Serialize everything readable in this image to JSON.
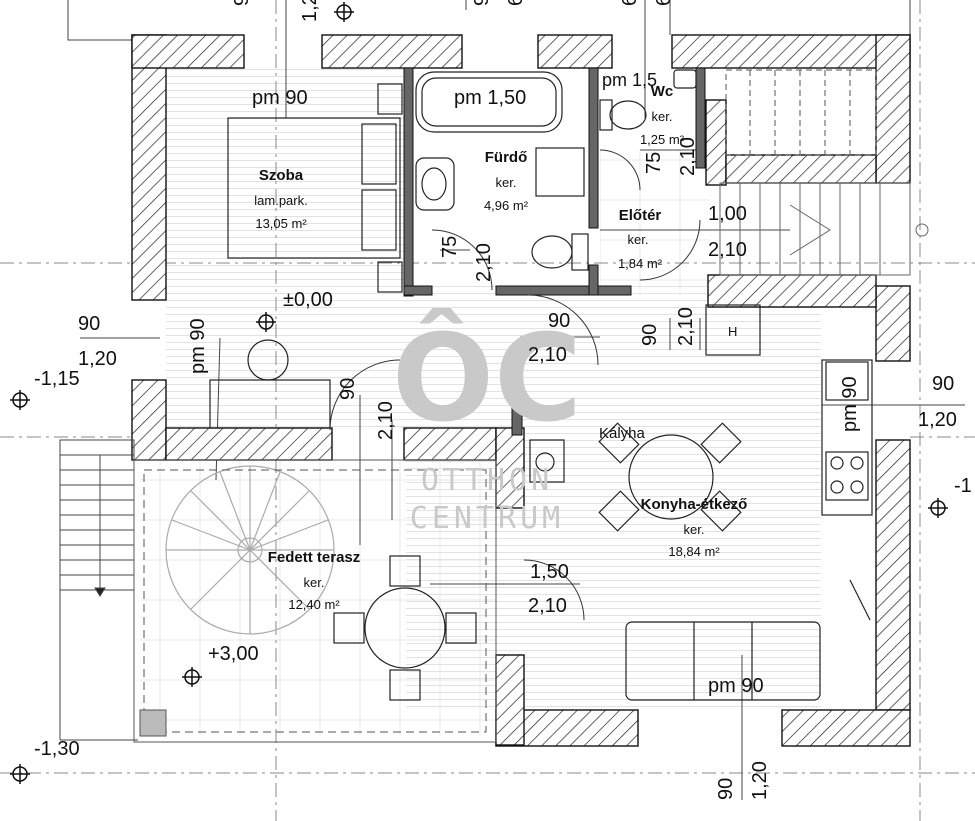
{
  "rooms": [
    {
      "key": "szoba",
      "name": "Szoba",
      "finish": "lam.park.",
      "area": "13,05 m²"
    },
    {
      "key": "furdo",
      "name": "Fürdő",
      "finish": "ker.",
      "area": "4,96 m²"
    },
    {
      "key": "wc",
      "name": "Wc",
      "finish": "ker.",
      "area": "1,25 m²"
    },
    {
      "key": "eloter",
      "name": "Előtér",
      "finish": "ker.",
      "area": "1,84 m²"
    },
    {
      "key": "konyha",
      "name": "Konyha-étkező",
      "finish": "ker.",
      "area": "18,84 m²"
    },
    {
      "key": "terasz",
      "name": "Fedett terasz",
      "finish": "ker.",
      "area": "12,40 m²"
    }
  ],
  "labels": {
    "pm_szoba": "pm 90",
    "pm_furdo": "pm 1,50",
    "pm_wc": "pm 1,5",
    "pm_left": "pm 90",
    "pm_right": "pm 90",
    "pm_bottom": "pm 90",
    "level_zero": "±0,00",
    "level_left": "-1,15",
    "level_bottom": "-1,30",
    "level_terrace": "+3,00",
    "level_right": "-1",
    "stove": "Kályha",
    "dim_left_a": "90",
    "dim_left_b": "1,20",
    "dim_right_a": "90",
    "dim_right_b": "1,20",
    "dim_door_w": "90",
    "dim_door_h": "2,10",
    "dim_entry_w": "1,00",
    "dim_entry_h": "2,10",
    "dim_terr_w": "1,50",
    "dim_terr_h": "2,10",
    "dim_bath_a": "75",
    "dim_bath_b": "2,10",
    "dim_wc_a": "75",
    "dim_wc_b": "2,10",
    "dim_vert_a": "90",
    "dim_vert_b": "2,10",
    "dim_mid_a": "90",
    "dim_mid_b": "2,10",
    "dim_bottom_a": "90",
    "dim_bottom_b": "1,20",
    "top_a": "9",
    "top_b": "1,2",
    "top_c": "9",
    "top_d": "6",
    "top_e": "6",
    "top_f": "6",
    "oven": "H"
  },
  "watermark": {
    "logo": "ÔC",
    "line1": "OTTHON",
    "line2": "CENTRUM"
  }
}
